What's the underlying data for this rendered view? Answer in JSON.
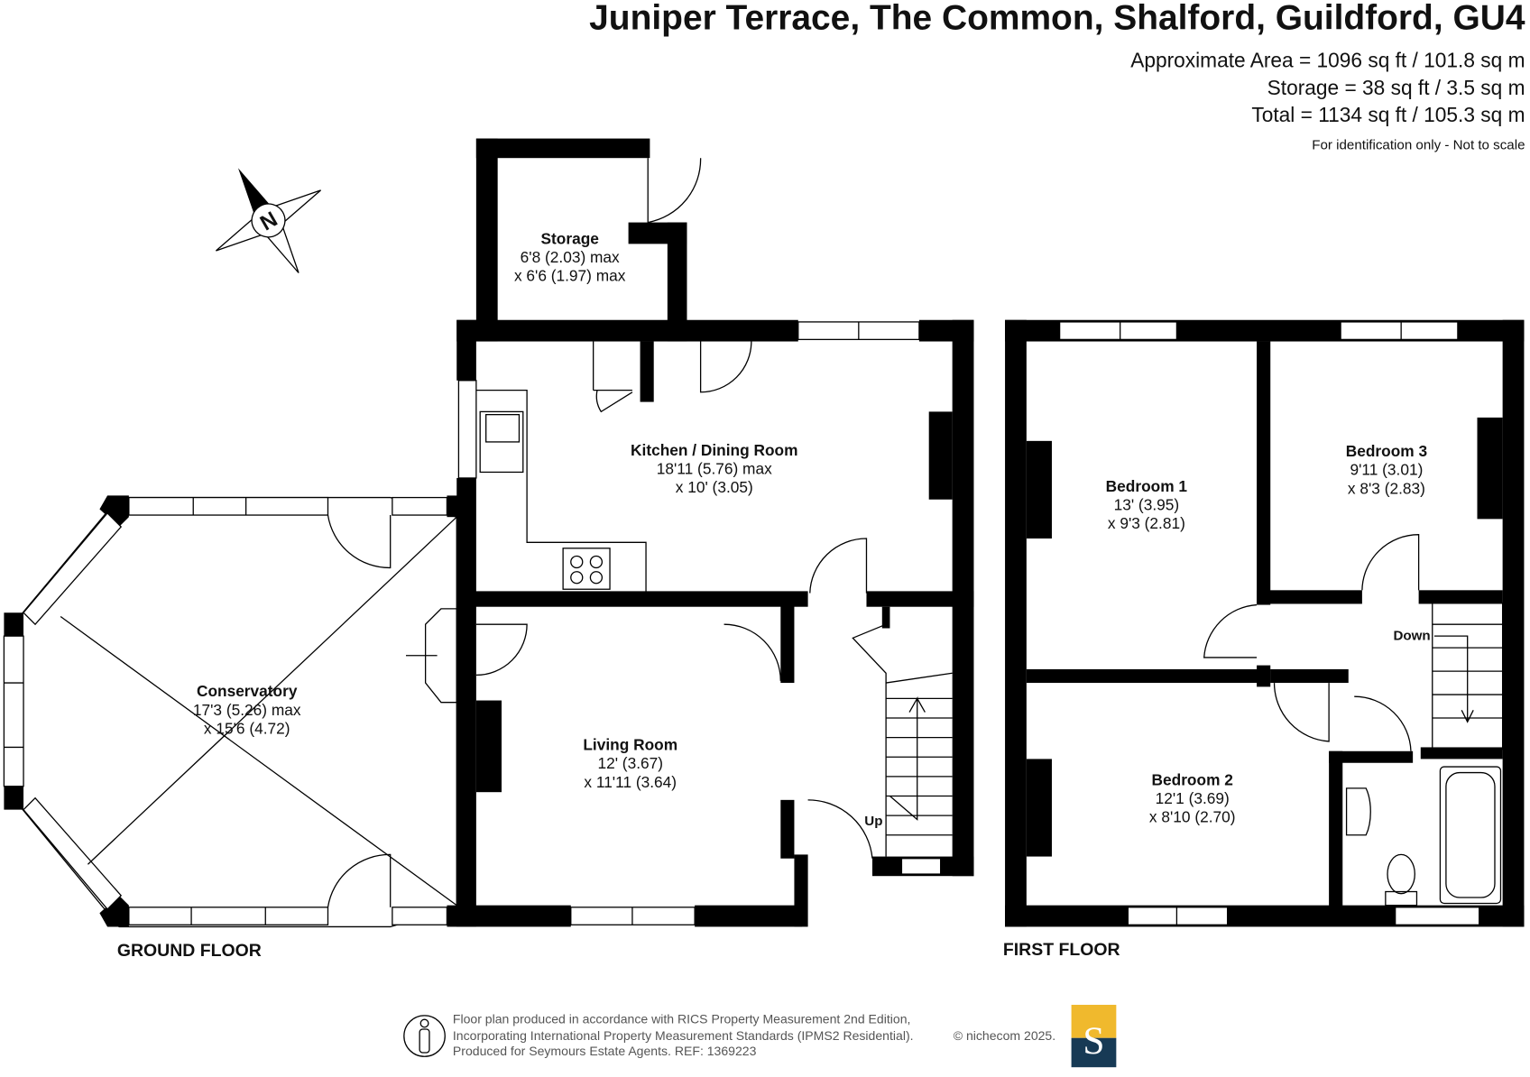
{
  "header": {
    "title": "Juniper Terrace, The Common, Shalford, Guildford, GU4",
    "approx_area": "Approximate Area = 1096 sq ft / 101.8 sq m",
    "storage_area": "Storage = 38 sq ft / 3.5 sq m",
    "total_area": "Total = 1134 sq ft / 105.3 sq m",
    "disclaimer": "For identification only - Not to scale"
  },
  "compass": {
    "label": "N"
  },
  "rooms": {
    "storage": {
      "name": "Storage",
      "dim1": "6'8 (2.03) max",
      "dim2": "x 6'6 (1.97) max"
    },
    "kitchen": {
      "name": "Kitchen / Dining Room",
      "dim1": "18'11 (5.76) max",
      "dim2": "x 10' (3.05)"
    },
    "conservatory": {
      "name": "Conservatory",
      "dim1": "17'3 (5.26) max",
      "dim2": "x 15'6 (4.72)"
    },
    "living": {
      "name": "Living Room",
      "dim1": "12' (3.67)",
      "dim2": "x 11'11 (3.64)"
    },
    "bedroom1": {
      "name": "Bedroom 1",
      "dim1": "13' (3.95)",
      "dim2": "x 9'3 (2.81)"
    },
    "bedroom2": {
      "name": "Bedroom 2",
      "dim1": "12'1 (3.69)",
      "dim2": "x 8'10 (2.70)"
    },
    "bedroom3": {
      "name": "Bedroom 3",
      "dim1": "9'11 (3.01)",
      "dim2": "x 8'3 (2.83)"
    }
  },
  "stairs": {
    "up": "Up",
    "down": "Down"
  },
  "floors": {
    "ground": "GROUND FLOOR",
    "first": "FIRST FLOOR"
  },
  "footer": {
    "line1": "Floor plan produced in accordance with RICS Property Measurement 2nd Edition,",
    "line2": "Incorporating International Property Measurement Standards (IPMS2 Residential).",
    "copyright": "© nichecom 2025.",
    "line3": "Produced for Seymours Estate Agents.   REF: 1369223",
    "logo_letter": "S"
  },
  "colors": {
    "logo_top": "#f0b92d",
    "logo_bottom": "#173a55"
  }
}
